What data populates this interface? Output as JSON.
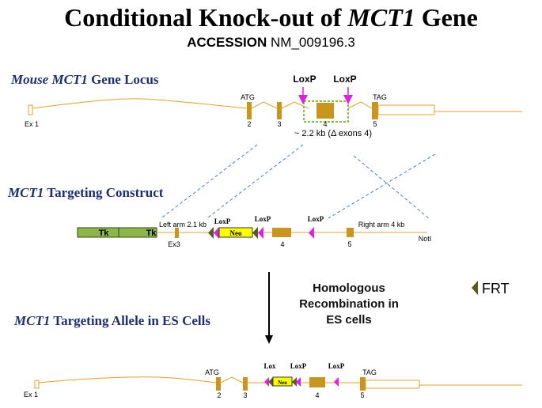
{
  "title": {
    "prefix": "Conditional Knock-out of ",
    "gene": "MCT1",
    "suffix": " Gene"
  },
  "accession": {
    "label": "ACCESSION",
    "value": "NM_009196.3"
  },
  "sections": {
    "locus": {
      "gene": "Mouse MCT1",
      "rest": " Gene Locus"
    },
    "construct": {
      "gene": "MCT1",
      "rest": " Targeting Construct"
    },
    "allele": {
      "gene": "MCT1",
      "rest": " Targeting Allele in ES Cells"
    }
  },
  "locus_labels": {
    "ex1": "Ex 1",
    "atg": "ATG",
    "tag": "TAG",
    "exon2": "2",
    "exon3": "3",
    "exon4": "4",
    "exon5": "5",
    "loxp1": "LoxP",
    "loxp2": "LoxP",
    "deletion": "~ 2.2 kb (Δ exons 4)"
  },
  "construct_labels": {
    "tk1": "Tk",
    "tk2": "Tk",
    "left_arm": "Left arm 2.1 kb",
    "right_arm": "Right arm 4 kb",
    "ex3": "Ex3",
    "neo": "Neo",
    "loxp1": "LoxP",
    "loxp2": "LoxP",
    "loxp3": "LoxP",
    "exon4": "4",
    "exon5": "5",
    "notl": "NotI"
  },
  "recombination": {
    "line1": "Homologous",
    "line2": "Recombination in",
    "line3": "ES cells"
  },
  "legend": {
    "frt": "FRT"
  },
  "allele_labels": {
    "ex1": "Ex 1",
    "atg": "ATG",
    "tag": "TAG",
    "exon2": "2",
    "exon3": "3",
    "exon4": "4",
    "exon5": "5",
    "lox": "Lox",
    "loxp1": "LoxP",
    "loxp2": "LoxP",
    "neo": "Neo"
  },
  "colors": {
    "gene_line": "#e0a030",
    "exon_fill": "#c8961e",
    "loxp": "#e020e0",
    "frt": "#5a5a1e",
    "neo": "#ffff00",
    "tk": "#8db54a",
    "dashed": "#4a7fc1",
    "title_blue": "#1f2f6e"
  }
}
